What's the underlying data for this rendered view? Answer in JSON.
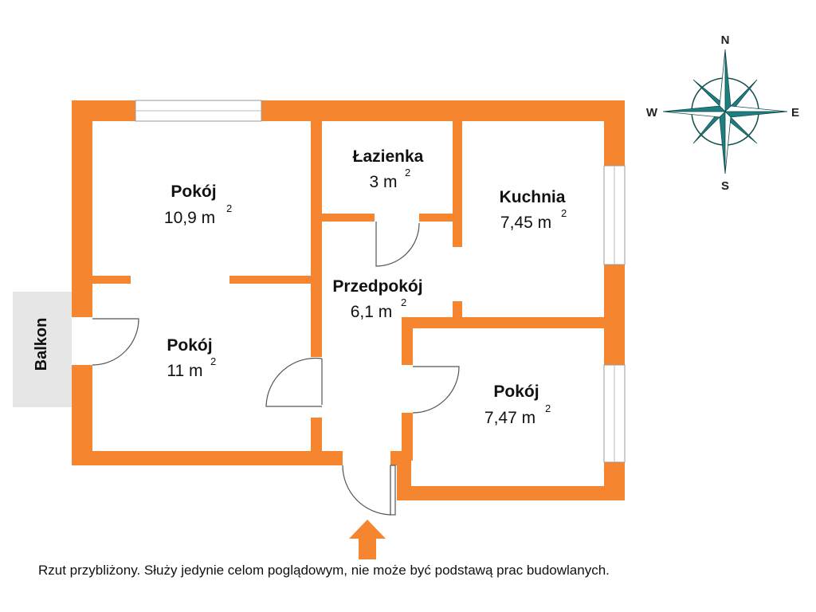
{
  "colors": {
    "wall": "#f5852f",
    "balcony": "#e6e6e6",
    "compass": "#1f7e80",
    "compass_dark": "#124c4e",
    "door_line": "#555555"
  },
  "rooms": [
    {
      "name": "Pokój",
      "area": "10,9 m",
      "unit_sup": "2"
    },
    {
      "name": "Pokój",
      "area": "11 m",
      "unit_sup": "2"
    },
    {
      "name": "Łazienka",
      "area": "3 m",
      "unit_sup": "2"
    },
    {
      "name": "Kuchnia",
      "area": "7,45 m",
      "unit_sup": "2"
    },
    {
      "name": "Przedpokój",
      "area": "6,1 m",
      "unit_sup": "2"
    },
    {
      "name": "Pokój",
      "area": "7,47 m",
      "unit_sup": "2"
    }
  ],
  "balcony": {
    "label": "Balkon"
  },
  "compass": {
    "north": "N",
    "south": "S",
    "east": "E",
    "west": "W"
  },
  "entrance": {
    "icon": "entrance-arrow-icon"
  },
  "disclaimer": "Rzut przybliżony. Służy jedynie celom poglądowym, nie może być podstawą prac budowlanych."
}
